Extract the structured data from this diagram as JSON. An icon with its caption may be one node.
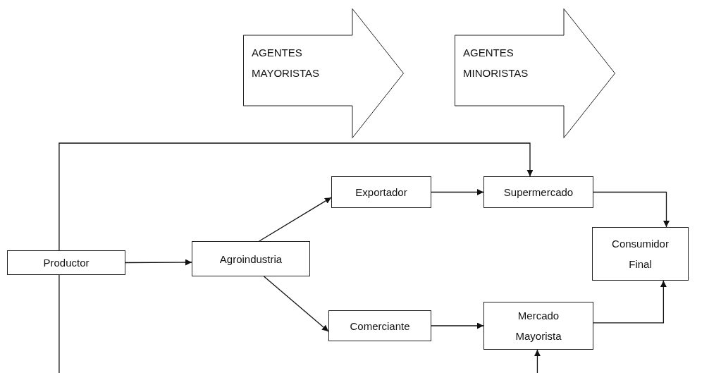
{
  "diagram": {
    "nodes": [
      {
        "text": [
          "AGENTES MAYORISTAS"
        ]
      },
      {
        "text": [
          "AGENTES MINORISTAS"
        ]
      },
      {
        "text": [
          "Productor"
        ]
      },
      {
        "text": [
          "Agroindustria"
        ]
      },
      {
        "text": [
          "Exportador"
        ]
      },
      {
        "text": [
          "Supermercado"
        ]
      },
      {
        "text": [
          "Consumidor Final"
        ]
      },
      {
        "text": [
          "Comerciante"
        ]
      },
      {
        "text": [
          "Mercado Mayorista"
        ]
      }
    ],
    "edges": [
      {
        "from": 2,
        "to": 5,
        "arrow": "to"
      },
      {
        "from": 2,
        "to": 3,
        "arrow": "to"
      },
      {
        "from": 3,
        "to": 4,
        "arrow": "to"
      },
      {
        "from": 3,
        "to": 7,
        "arrow": "to"
      },
      {
        "from": 4,
        "to": 5,
        "arrow": "to"
      },
      {
        "from": 5,
        "to": 6,
        "arrow": "to"
      },
      {
        "from": 7,
        "to": 8,
        "arrow": "to"
      },
      {
        "from": 8,
        "to": 6,
        "arrow": "to"
      },
      {
        "from": 2,
        "to": null,
        "arrow": "none"
      },
      {
        "from": null,
        "to": 8,
        "arrow": "to"
      }
    ]
  }
}
